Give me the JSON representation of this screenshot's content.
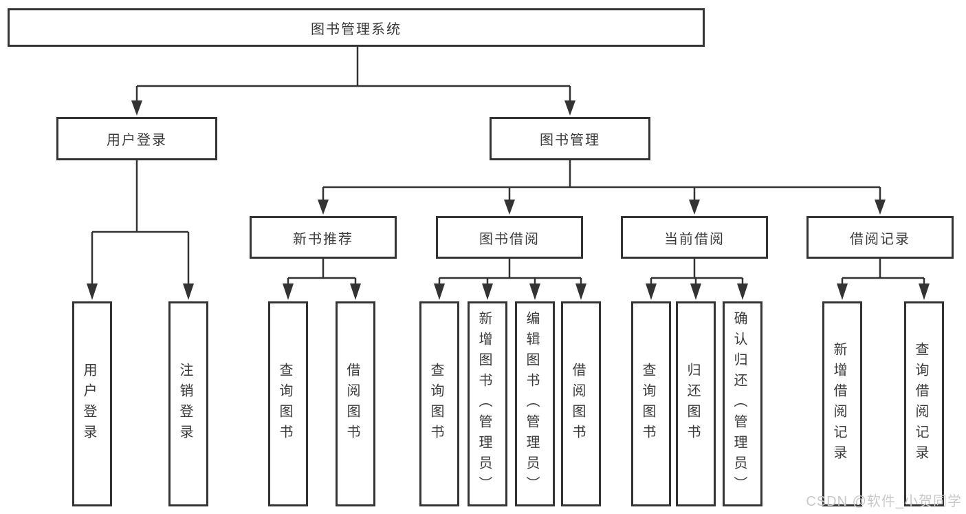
{
  "colors": {
    "line": "#333333",
    "text": "#3a3a3a",
    "background": "#ffffff",
    "watermark": "#c8c8c8"
  },
  "watermark": {
    "text": "CSDN @软件_小贺同学"
  },
  "tree": {
    "root": {
      "label": "图书管理系统"
    },
    "level2": [
      {
        "label": "用户登录",
        "children": [
          "用户登录",
          "注销登录"
        ]
      },
      {
        "label": "图书管理"
      }
    ],
    "level3": [
      {
        "label": "新书推荐",
        "children": [
          "查询图书",
          "借阅图书"
        ]
      },
      {
        "label": "图书借阅",
        "children": [
          "查询图书",
          "新增图书（管理员）",
          "编辑图书（管理员）",
          "借阅图书"
        ]
      },
      {
        "label": "当前借阅",
        "children": [
          "查询图书",
          "归还图书",
          "确认归还（管理员）"
        ]
      },
      {
        "label": "借阅记录",
        "children": [
          "新增借阅记录",
          "查询借阅记录"
        ]
      }
    ]
  }
}
